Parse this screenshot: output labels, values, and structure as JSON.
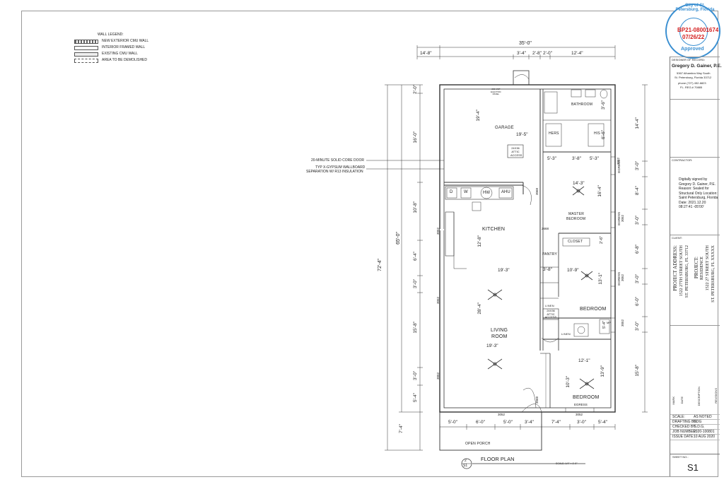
{
  "legend": {
    "title": "WALL LEGEND:",
    "items": [
      "NEW EXTERIOR CMU WALL",
      "INTERIOR FRAMED WALL",
      "EXISTING CMU WALL",
      "AREA TO BE DEMOLISHED"
    ]
  },
  "notes": {
    "door": "20-MINUTE SOLID CORE DOOR",
    "wallboard_1": "TYP X-GYPSUM WALLBOARD",
    "wallboard_2": "SEPARATION W/ R13 INSULATION"
  },
  "rooms": {
    "garage": "GARAGE",
    "kitchen": "KITCHEN",
    "living_1": "LIVING",
    "living_2": "ROOM",
    "bathroom": "BATHROOM",
    "master_1": "MASTER",
    "master_2": "BEDROOM",
    "bedroom2": "BEDROOM",
    "bedroom3": "BEDROOM",
    "pantry": "PANTRY",
    "closet": "CLOSET",
    "linen1": "LINEN",
    "linen2": "LINEN",
    "hers": "HERS",
    "his": "HIS",
    "open_porch": "OPEN PORCH",
    "attic1_1": "24X36",
    "attic1_2": "ATTIC",
    "attic1_3": "ACCESS",
    "attic2_1": "24X36",
    "attic2_2": "ATTIC",
    "attic2_3": "ACCESS",
    "panel_1": "200 AMP",
    "panel_2": "ELECTRIC",
    "panel_3": "PANEL",
    "egress": "EGRESS",
    "mp": "MP",
    "appliances": [
      "D",
      "W",
      "HW",
      "AHU"
    ]
  },
  "dims": {
    "top_total": "35'-0\"",
    "top_left": "14'-8\"",
    "top_a": "3'-4\"",
    "top_b": "2'-8\"",
    "top_c": "2'-0\"",
    "top_d": "12'-4\"",
    "left_total": "72'-4\"",
    "left_65": "65'-0\"",
    "l_2_0": "2'-0\"",
    "l_16_0": "16'-0\"",
    "l_10_8": "10'-8\"",
    "l_6_4": "6'-4\"",
    "l_3_0a": "3'-0\"",
    "l_15_8": "15'-8\"",
    "l_3_0b": "3'-0\"",
    "l_5_4": "5'-4\"",
    "l_7_4": "7'-4\"",
    "r_14_4": "14'-4\"",
    "r_3_0a": "3'-0\"",
    "r_8_4": "8'-4\"",
    "r_3_0b": "3'-0\"",
    "r_6_8": "6'-8\"",
    "r_3_0c": "3'-0\"",
    "r_6_0": "6'-0\"",
    "r_3_0d": "3'-0\"",
    "r_15_8": "15'-8\"",
    "garage_19_4": "19'-4\"",
    "garage_19_5": "19'-5\"",
    "kitchen_12_8": "12'-8\"",
    "living_19_3a": "19'-3\"",
    "living_28_4": "28'-4\"",
    "living_19_3b": "19'-3\"",
    "master_14_3": "14'-3\"",
    "master_16_4": "16'-4\"",
    "bed2_10_9": "10'-9\"",
    "bed2_13_1": "13'-1\"",
    "bed3_12_1": "12'-1\"",
    "bed3_13_9": "13'-9\"",
    "bed3_10_3": "10'-3\"",
    "bath_5_3a": "5'-3\"",
    "bath_3_8": "3'-8\"",
    "bath_5_3b": "5'-3\"",
    "bath_6_6": "6'-6\"",
    "bath_3_6": "3'-6\"",
    "pantry_3_8": "3'-8\"",
    "closet_2_6": "2'-6\"",
    "bot_5_0a": "5'-0\"",
    "bot_6_0": "6'-0\"",
    "bot_5_0b": "5'-0\"",
    "bot_3_4": "3'-4\"",
    "bot_7_4": "7'-4\"",
    "bot_3_0": "3'-0\"",
    "bot_5_4": "5'-4\"",
    "lin_5_4": "5'-4\"",
    "w3052": "3052",
    "w3068": "3068",
    "w2668": "2668",
    "w3000": "3000"
  },
  "drawing": {
    "tag_num": "2",
    "tag_sheet": "S1",
    "title": "FLOOR PLAN",
    "scale": "SCALE: 1/4\" = 1'-0\""
  },
  "seal": {
    "top_text": "City of St. Petersburg, Florida",
    "bottom_text": "Approved",
    "permit": "BP21-08001674",
    "date": "07/26/22"
  },
  "titleblock": {
    "designer_label": "DESIGNER OF RECORD:",
    "engineer": "Gregory D. Gainer, P.E.",
    "addr1": "5367 Alhambra Way South",
    "addr2": "St. Petersburg, Florida 33712",
    "phone": "phone (727) 452-6823",
    "reg": "FL. REG.# 70885",
    "contractor_label": "CONTRACTOR:",
    "digital": "Digitally signed by Gregory D. Gainer, P.E. Reason: Sealed for Structural Only Location: Saint Petersburg, Florida Date: 2021.12.20 08:27:41 -05'00'",
    "client_label": "CLIENT:",
    "project_addr_title": "PROJECT ADDRESS:",
    "project_addr_1": "1522 27TH STREET SOUTH",
    "project_addr_2": "ST. PETERSBURG, FL 33712",
    "project_title": "PROJECT:",
    "project_1": "RESIDENCE",
    "project_2": "1522 27 STREET SOUTH",
    "project_3": "ST. PETERSBURG, FL XXXXX",
    "rev_cols": [
      "MARK",
      "DATE",
      "DESCRIPTION"
    ],
    "rev_label": "REVISIONS",
    "scale_k": "SCALE:",
    "scale_v": "AS NOTED",
    "drafting_k": "DRAFTING BY:",
    "drafting_v": "GDG",
    "checked_k": "CHECKED BY:",
    "checked_v": "G.D.G.",
    "job_k": "JOB NUMBER:",
    "job_v": "2020-100801",
    "issue_k": "ISSUE DATE:",
    "issue_v": "10 AUG 2020",
    "sheet_label": "SHEET NO.:",
    "sheet_no": "S1"
  }
}
